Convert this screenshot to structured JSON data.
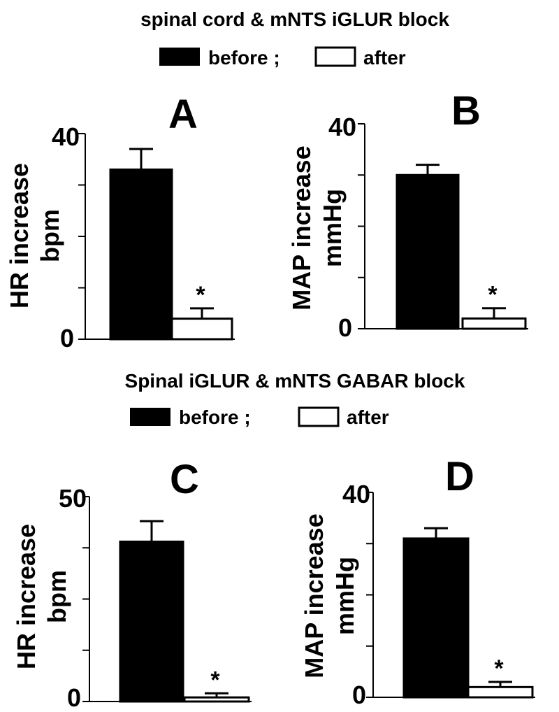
{
  "legend": {
    "before_label": "before ;",
    "after_label": "after",
    "before_color": "#000000",
    "after_color": "#ffffff"
  },
  "chart_data": [
    {
      "type": "bar",
      "group_title": "spinal cord & mNTS iGLUR block",
      "panel": "A",
      "ylabel": [
        "HR increase",
        "bpm"
      ],
      "ylim": [
        0,
        40
      ],
      "tick_labels": [
        "40",
        "0"
      ],
      "categories": [
        "before",
        "after"
      ],
      "values": [
        33,
        4
      ],
      "errors": [
        4,
        2
      ],
      "significance": [
        "",
        "*"
      ]
    },
    {
      "type": "bar",
      "group_title": "spinal cord & mNTS iGLUR block",
      "panel": "B",
      "ylabel": [
        "MAP increase",
        "mmHg"
      ],
      "ylim": [
        0,
        40
      ],
      "tick_labels": [
        "40",
        "0"
      ],
      "categories": [
        "before",
        "after"
      ],
      "values": [
        30,
        2
      ],
      "errors": [
        2,
        2
      ],
      "significance": [
        "",
        "*"
      ]
    },
    {
      "type": "bar",
      "group_title": "Spinal iGLUR & mNTS GABAR block",
      "panel": "C",
      "ylabel": [
        "HR increase",
        "bpm"
      ],
      "ylim": [
        0,
        50
      ],
      "tick_labels": [
        "50",
        "0"
      ],
      "categories": [
        "before",
        "after"
      ],
      "values": [
        39,
        1
      ],
      "errors": [
        5,
        1
      ],
      "significance": [
        "",
        "*"
      ]
    },
    {
      "type": "bar",
      "group_title": "Spinal iGLUR & mNTS GABAR block",
      "panel": "D",
      "ylabel": [
        "MAP increase",
        "mmHg"
      ],
      "ylim": [
        0,
        40
      ],
      "tick_labels": [
        "40",
        "0"
      ],
      "categories": [
        "before",
        "after"
      ],
      "values": [
        31,
        2
      ],
      "errors": [
        2,
        1
      ],
      "significance": [
        "",
        "*"
      ]
    }
  ]
}
